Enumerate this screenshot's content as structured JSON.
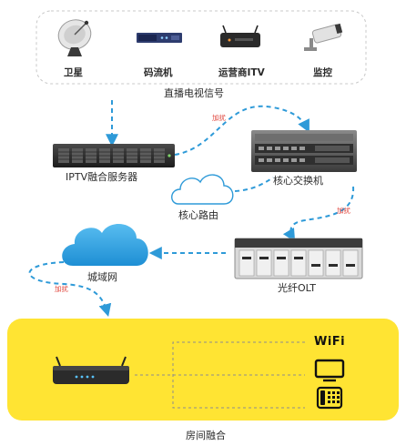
{
  "sources": {
    "items": [
      {
        "label": "卫星",
        "icon": "satellite-dish-icon"
      },
      {
        "label": "码流机",
        "icon": "encoder-device-icon"
      },
      {
        "label": "运营商ITV",
        "icon": "set-top-box-icon"
      },
      {
        "label": "监控",
        "icon": "security-camera-icon"
      }
    ],
    "group_label": "直播电视信号"
  },
  "nodes": {
    "iptv_server": "IPTV融合服务器",
    "core_switch": "核心交换机",
    "core_router": "核心路由",
    "olt": "光纤OLT",
    "metro_network": "城域网"
  },
  "edge_labels": {
    "scramble_1": "加扰",
    "scramble_2": "加扰",
    "scramble_3": "加扰"
  },
  "home": {
    "wifi_label": "WiFi",
    "caption": "房间融合",
    "devices": [
      "wifi-icon",
      "tv-icon",
      "telephone-icon"
    ]
  },
  "colors": {
    "dashed_link": "#2e9ad8",
    "home_panel": "#ffe433",
    "scramble_text": "#e0433a",
    "cloud": "#3aa5e0"
  }
}
